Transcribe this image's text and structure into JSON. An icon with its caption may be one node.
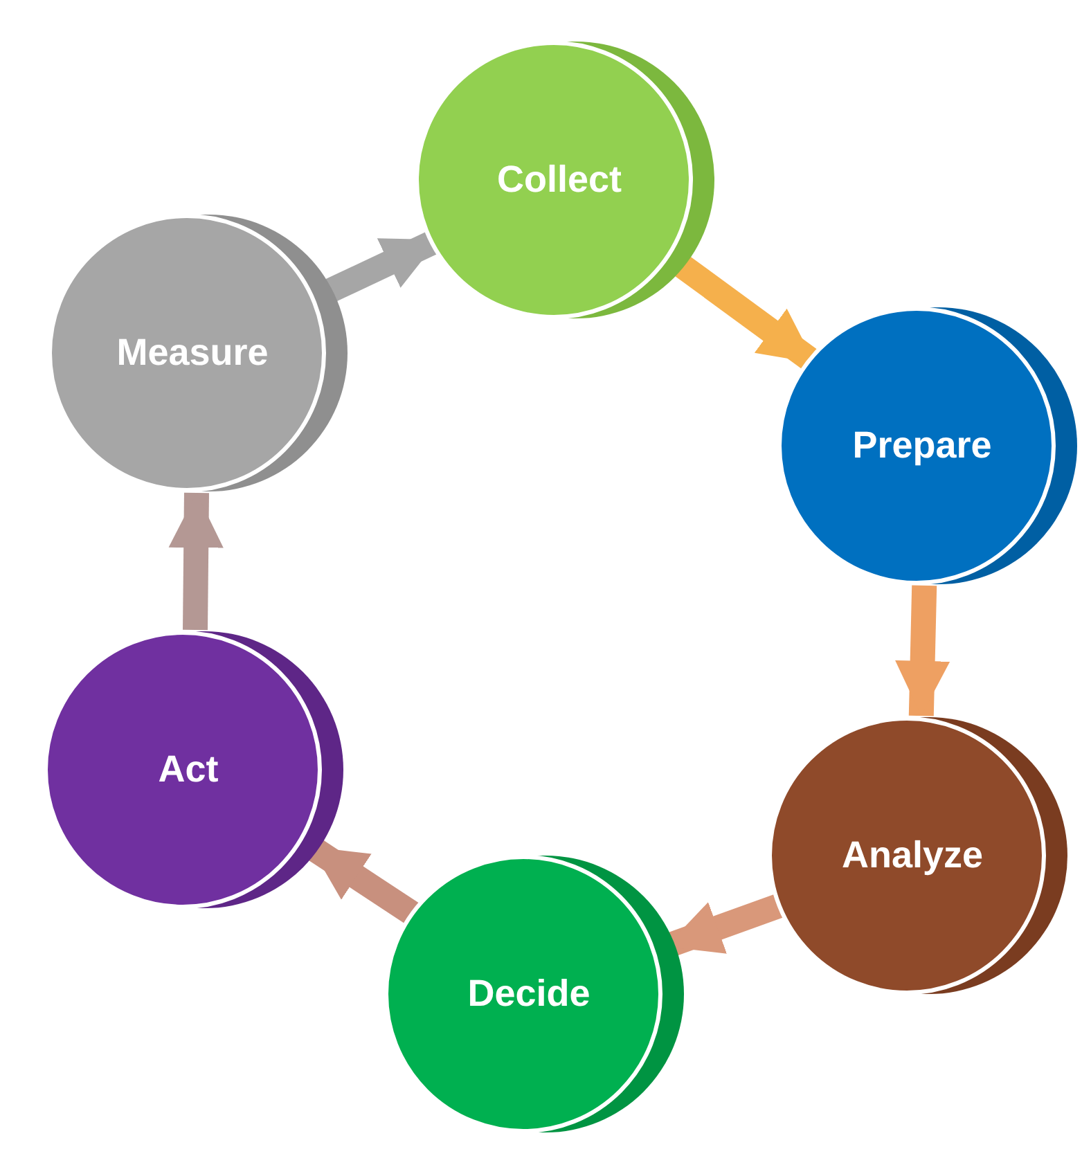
{
  "diagram": {
    "nodes": [
      {
        "text": [
          "Collect"
        ]
      },
      {
        "text": [
          "Prepare"
        ]
      },
      {
        "text": [
          "Analyze"
        ]
      },
      {
        "text": [
          "Decide"
        ]
      },
      {
        "text": [
          "Act"
        ]
      },
      {
        "text": [
          "Measure"
        ]
      }
    ],
    "edges": [
      {
        "from": 0,
        "to": 1,
        "arrow": "to",
        "color": "#f5b04c"
      },
      {
        "from": 1,
        "to": 2,
        "arrow": "to",
        "color": "#eea062"
      },
      {
        "from": 2,
        "to": 3,
        "arrow": "to",
        "color": "#d9987a"
      },
      {
        "from": 3,
        "to": 4,
        "arrow": "to",
        "color": "#c8907e"
      },
      {
        "from": 4,
        "to": 5,
        "arrow": "to",
        "color": "#b49894"
      },
      {
        "from": 5,
        "to": 0,
        "arrow": "to",
        "color": "#a6a6a6"
      }
    ]
  }
}
